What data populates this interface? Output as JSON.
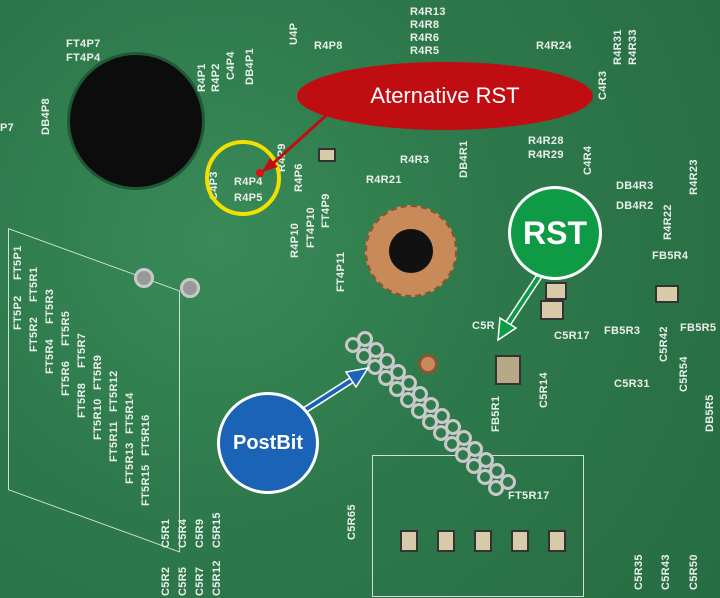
{
  "annotations": {
    "alternative_rst": "Aternative RST",
    "rst": "RST",
    "postbit": "PostBit"
  },
  "colors": {
    "board": "#2e7a4c",
    "alt_rst": "#c00d12",
    "rst": "#0f9a45",
    "postbit": "#1b63b7",
    "highlight": "#f2e000"
  },
  "silkscreen": {
    "top_left": [
      "FT4P7",
      "FT4P4",
      "DB4P8",
      "P7"
    ],
    "near_hole": [
      "R4P1",
      "R4P2",
      "C4P4",
      "DB4P1",
      "R4P8",
      "U4P"
    ],
    "highlight": [
      "R4P4",
      "R4P5",
      "R4P6",
      "R4P9",
      "C4P3"
    ],
    "mid": [
      "R4P10",
      "FT4P9",
      "FT4P10",
      "FT4P11",
      "R4R3",
      "R4R21",
      "DB4R1"
    ],
    "top_right": [
      "R4R13",
      "R4R8",
      "R4R6",
      "R4R5",
      "R4R24",
      "R4R28",
      "R4R29",
      "C4R3",
      "R4R31",
      "R4R33",
      "C4R4"
    ],
    "right": [
      "DB4R3",
      "DB4R2",
      "R4R22",
      "R4R23",
      "FB5R4",
      "FB5R3",
      "FB5R5",
      "C5R17",
      "C5R42",
      "C5R54",
      "C5R31",
      "DB5R5",
      "C5R"
    ],
    "lower_mid": [
      "C5R14",
      "FB5R1",
      "FT5R17",
      "C5R65",
      "C5R35",
      "C5R43",
      "C5R50"
    ],
    "left_block": [
      "FT5P2",
      "FT5P1",
      "FT5R2",
      "FT5R1",
      "FT5R4",
      "FT5R3",
      "FT5R6",
      "FT5R5",
      "FT5R8",
      "FT5R7",
      "FT5R10",
      "FT5R9",
      "FT5R11",
      "FT5R12",
      "FT5R13",
      "FT5R14",
      "FT5R15",
      "FT5R16"
    ],
    "bottom_left": [
      "C5R2",
      "C5R1",
      "C5R5",
      "C5R4",
      "C5R7",
      "C5R9",
      "C5R12",
      "C5R15"
    ]
  }
}
